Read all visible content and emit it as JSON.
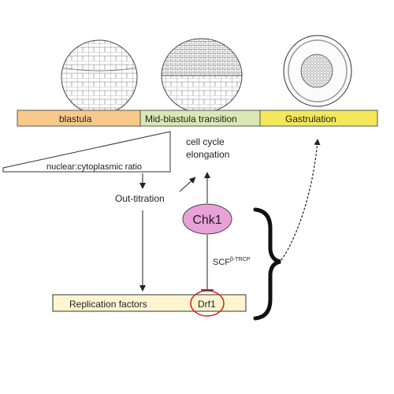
{
  "timeline": {
    "stage_1": "blastula",
    "stage_2": "Mid-blastula transition",
    "stage_3": "Gastrulation",
    "colors": {
      "stage_1": "#f9c98a",
      "stage_2": "#dbe8b3",
      "stage_3": "#f3e85a"
    }
  },
  "ratio_label": "nuclear:cytoplasmic ratio",
  "out_titration": "Out-titration",
  "cell_cycle": {
    "line1": "cell cycle",
    "line2": "elongation"
  },
  "chk1": {
    "label": "Chk1",
    "color": "#e9a1d9"
  },
  "scf": {
    "base": "SCF",
    "superscript": "β-TRCP"
  },
  "replication": {
    "label": "Replication factors",
    "drf1": "Drf1",
    "color": "#fdf5d0",
    "circle_color": "#d62020"
  },
  "embryo_icons": [
    "blastula-embryo",
    "mbt-embryo",
    "gastrula-embryo"
  ]
}
